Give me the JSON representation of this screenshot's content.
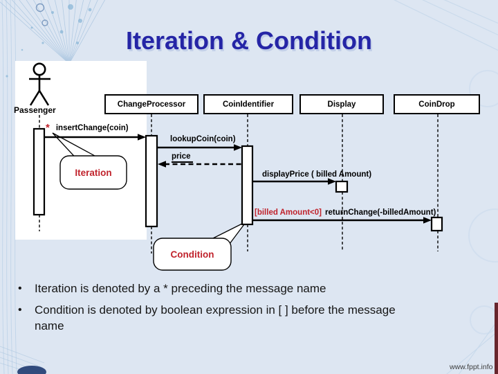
{
  "title": "Iteration & Condition",
  "diagram": {
    "actor_label": "Passenger",
    "objects": [
      "ChangeProcessor",
      "CoinIdentifier",
      "Display",
      "CoinDrop"
    ],
    "messages": {
      "iteration_star": "*",
      "insert": "insertChange(coin)",
      "lookup": "lookupCoin(coin)",
      "price": "price",
      "display_price": "displayPrice ( billed Amount)",
      "return_condition": "[billed Amount<0]",
      "return_change": "returnChange(-billedAmount)"
    },
    "callouts": {
      "iteration": "Iteration",
      "condition": "Condition"
    }
  },
  "bullets": {
    "char": "•",
    "items": [
      "Iteration is denoted by a * preceding the message name",
      "Condition is denoted by boolean expression in [ ] before the message name"
    ]
  },
  "watermark": "www.fppt.info",
  "colors": {
    "accent_red": "#c0232c",
    "title_blue": "#2525a6",
    "background": "#dde6f2"
  }
}
